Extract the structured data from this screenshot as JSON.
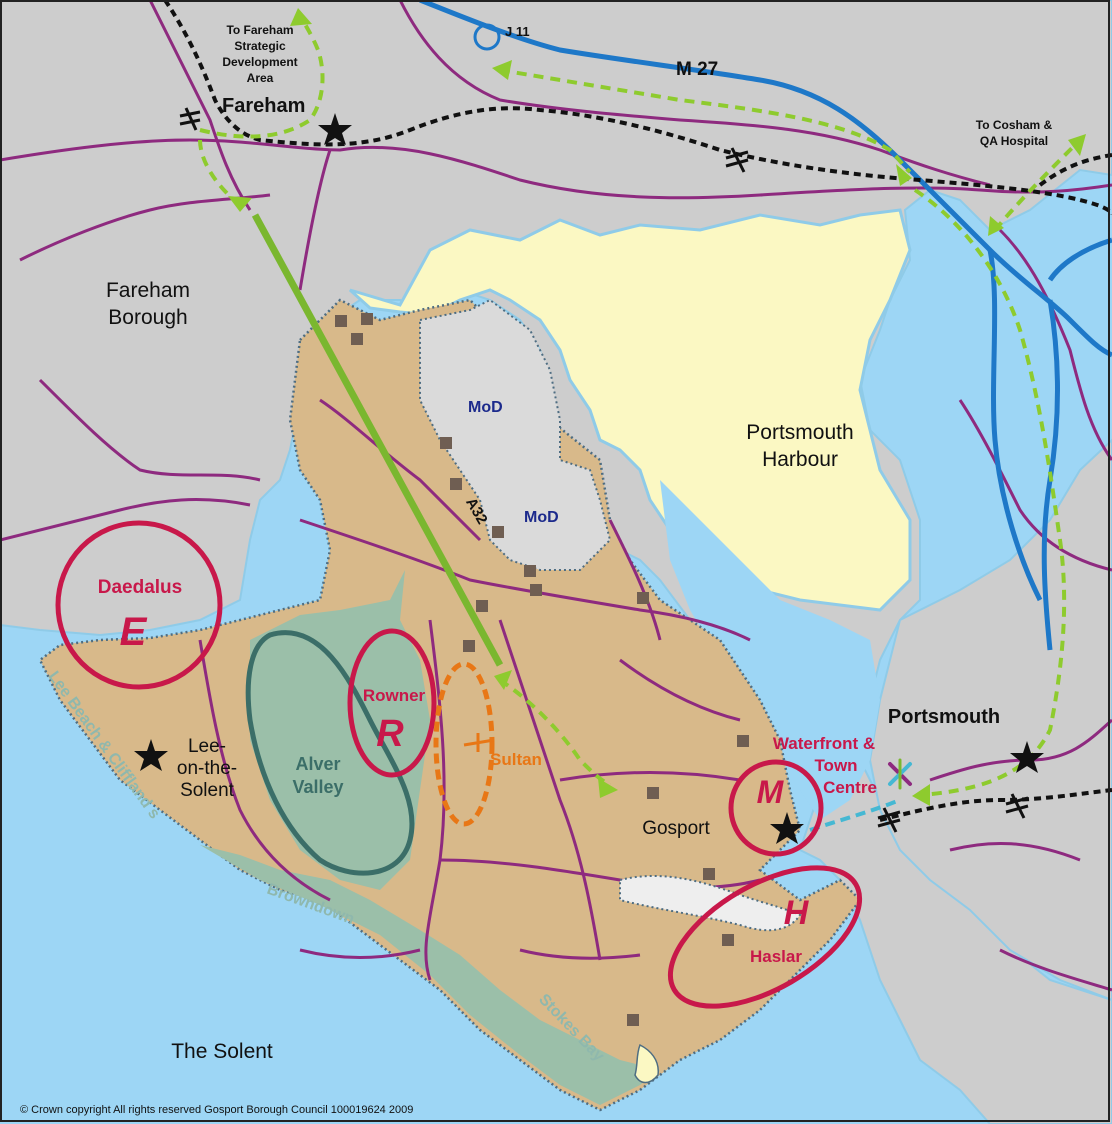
{
  "copyright": "© Crown copyright All rights reserved Gosport Borough Council 100019624 2009",
  "labels": {
    "fareham": "Fareham",
    "fareham_borough_1": "Fareham",
    "fareham_borough_2": "Borough",
    "to_fareham_1": "To Fareham",
    "to_fareham_2": "Strategic",
    "to_fareham_3": "Development",
    "to_fareham_4": "Area",
    "junction": "J 11",
    "motorway": "M 27",
    "to_cosham_1": "To Cosham &",
    "to_cosham_2": "QA Hospital",
    "mod_1": "MoD",
    "mod_2": "MoD",
    "road_a32": "A32",
    "harbour_1": "Portsmouth",
    "harbour_2": "Harbour",
    "portsmouth": "Portsmouth",
    "lee_1": "Lee-",
    "lee_2": "on-the-",
    "lee_3": "Solent",
    "alver_1": "Alver",
    "alver_2": "Valley",
    "gosport": "Gosport",
    "the_solent": "The Solent",
    "lee_beach": "Lee Beach & Cliffland s",
    "browndown": "Browndown",
    "stokes_bay": "Stokes Bay"
  },
  "zones": {
    "daedalus_name": "Daedalus",
    "daedalus_letter": "E",
    "rowner_name": "Rowner",
    "rowner_letter": "R",
    "sultan_name": "Sultan",
    "waterfront_1": "Waterfront &",
    "waterfront_2": "Town",
    "waterfront_3": "Centre",
    "waterfront_letter": "M",
    "haslar_name": "Haslar",
    "haslar_letter": "H"
  },
  "colors": {
    "sea": "#9dd6f5",
    "land": "#cdcdcd",
    "urban": "#d8b98a",
    "harbour": "#fbf8c3",
    "green_space": "#9bbfa9",
    "roads": "#8e2a7f",
    "motorway": "#1e78c8",
    "railway": "#111111",
    "transit_corridor": "#7ab72f",
    "proposed_links": "#8ecb2e",
    "regeneration_zone": "#c8184a",
    "sultan_zone": "#e87716",
    "ferry": "#45b8d3"
  }
}
